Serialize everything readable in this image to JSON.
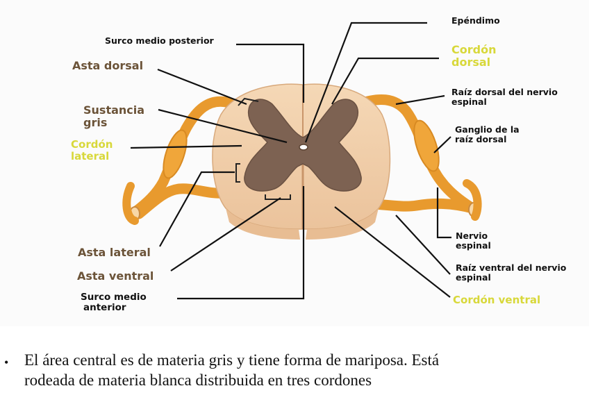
{
  "labels": {
    "surco_medio_posterior": "Surco medio posterior",
    "asta_dorsal": "Asta dorsal",
    "sustancia_gris": [
      "Sustancia",
      "gris"
    ],
    "cordon_lateral": [
      "Cordón",
      "lateral"
    ],
    "asta_lateral": "Asta lateral",
    "asta_ventral": "Asta ventral",
    "surco_medio_anterior": [
      "Surco medio",
      "anterior"
    ],
    "ependimo": "Epéndimo",
    "cordon_dorsal": [
      "Cordón",
      "dorsal"
    ],
    "raiz_dorsal": [
      "Raíz dorsal del nervio",
      "espinal"
    ],
    "ganglio": [
      "Ganglio de la",
      "raíz dorsal"
    ],
    "nervio_espinal": [
      "Nervio",
      "espinal"
    ],
    "raiz_ventral": [
      "Raíz ventral del nervio",
      "espinal"
    ],
    "cordon_ventral": "Cordón ventral"
  },
  "caption": {
    "bullet": "•",
    "lines": [
      "El área central es de materia gris y tiene forma de mariposa. Está",
      "rodeada de materia blanca distribuida en tres cordones"
    ]
  },
  "colors": {
    "white_matter": "#f2cfa8",
    "gray_matter": "#7d6252",
    "nerve": "#f0a63a",
    "highlight_label": "#d8d83a",
    "brown_label": "#6b5338"
  }
}
